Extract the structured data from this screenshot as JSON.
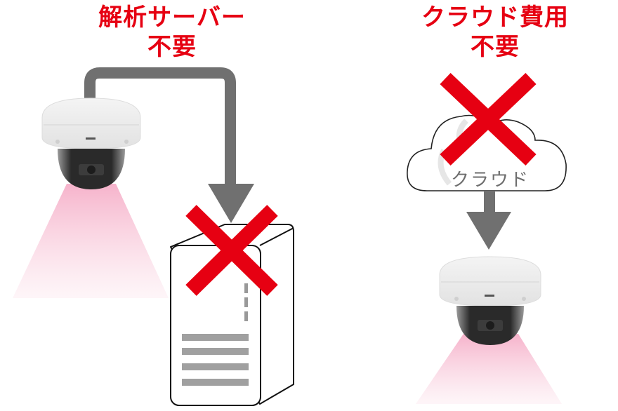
{
  "left_panel": {
    "heading_line1": "解析サーバー",
    "heading_line2": "不要",
    "elements": [
      "camera-icon",
      "arrow-icon",
      "server-icon",
      "cross-icon"
    ]
  },
  "right_panel": {
    "heading_line1": "クラウド費用",
    "heading_line2": "不要",
    "cloud_label": "クラウド",
    "elements": [
      "cloud-icon",
      "cross-icon",
      "arrow-icon",
      "camera-icon"
    ]
  },
  "colors": {
    "accent_red": "#e60012",
    "arrow_gray": "#707070",
    "bar_gray": "#a0a0a0",
    "beam_pink": "#f7b8cf"
  }
}
